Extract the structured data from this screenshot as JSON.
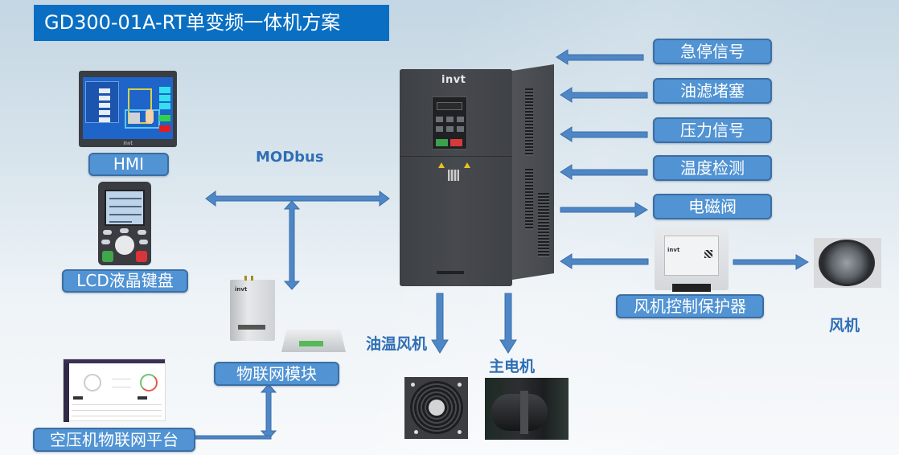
{
  "title": "GD300-01A-RT单变频一体机方案",
  "colors": {
    "title_bg": "#0a6fc2",
    "box_fill": "#5193d3",
    "box_border": "#3b6ea3",
    "arrow_fill": "#4e86c6",
    "label_text": "#2f6fb4"
  },
  "left_devices": {
    "hmi": {
      "label": "HMI",
      "icon": "hmi-touchscreen"
    },
    "keypad": {
      "label": "LCD液晶键盘",
      "icon": "lcd-keypad"
    },
    "iot_module": {
      "label": "物联网模块",
      "icon": "iot-module"
    },
    "iot_platform": {
      "label": "空压机物联网平台",
      "icon": "platform-dashboard"
    }
  },
  "bus_label": "MODbus",
  "inverter": {
    "brand": "invt",
    "icon": "frequency-inverter"
  },
  "signals": [
    {
      "label": "急停信号",
      "direction": "in"
    },
    {
      "label": "油滤堵塞",
      "direction": "in"
    },
    {
      "label": "压力信号",
      "direction": "in"
    },
    {
      "label": "温度检测",
      "direction": "in"
    },
    {
      "label": "电磁阀",
      "direction": "out"
    }
  ],
  "fan_controller": {
    "label": "风机控制保护器",
    "brand": "invt"
  },
  "outputs": {
    "fan": {
      "label": "风机"
    },
    "oil_fan": {
      "label": "油温风机"
    },
    "main_motor": {
      "label": "主电机"
    }
  }
}
